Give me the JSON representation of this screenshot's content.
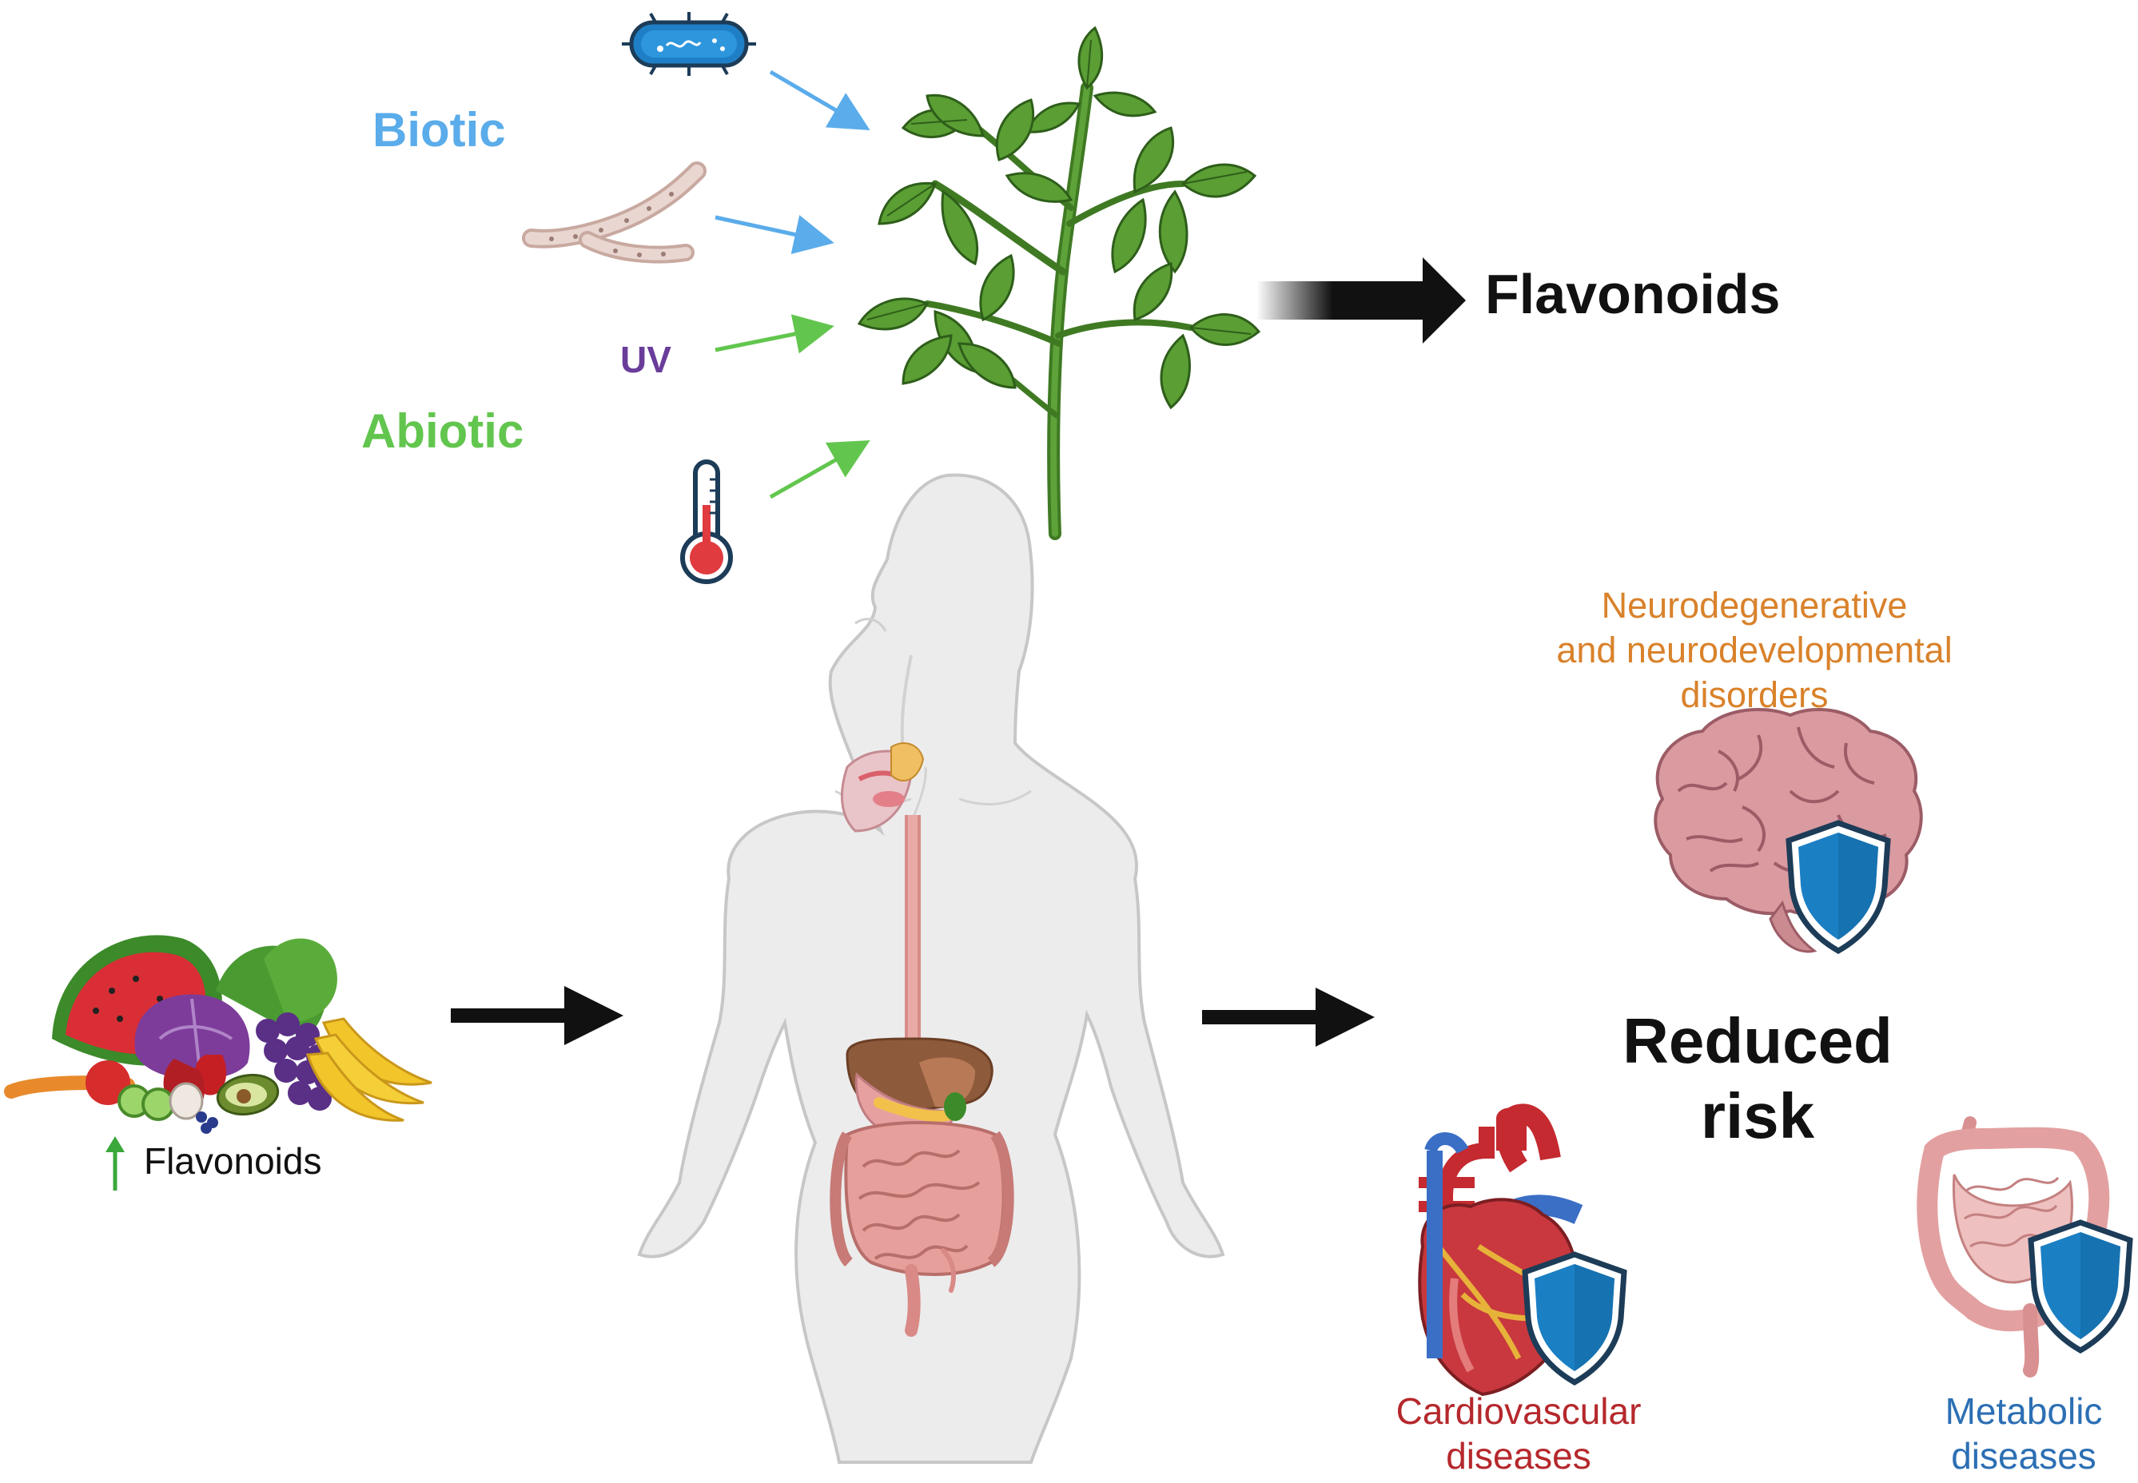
{
  "labels": {
    "biotic": "Biotic",
    "abiotic": "Abiotic",
    "uv": "UV",
    "flavonoids_product": "Flavonoids",
    "food_flavonoids": "Flavonoids",
    "neuro_line1": "Neurodegenerative",
    "neuro_line2": "and neurodevelopmental",
    "neuro_line3": "disorders",
    "risk_line1": "Reduced",
    "risk_line2": "risk",
    "cardio_line1": "Cardiovascular",
    "cardio_line2": "diseases",
    "metabolic_line1": "Metabolic",
    "metabolic_line2": "diseases"
  },
  "colors": {
    "biotic": "#5aacea",
    "abiotic": "#62c64e",
    "uv": "#6a3d9a",
    "neuro": "#d9822b",
    "cardio": "#b5282c",
    "metabolic": "#2c6fb4",
    "dark": "#111111",
    "shield": "#1b7fc4"
  },
  "icons": {
    "bacterium": "bacterium-icon",
    "fungus": "fungal-hypha-icon",
    "thermometer": "thermometer-icon",
    "plant": "tomato-plant-icon",
    "food": "fruit-vegetable-pile-icon",
    "body": "human-digestive-system-icon",
    "brain": "brain-icon",
    "heart": "heart-icon",
    "intestine": "intestine-icon",
    "shield": "shield-icon"
  }
}
